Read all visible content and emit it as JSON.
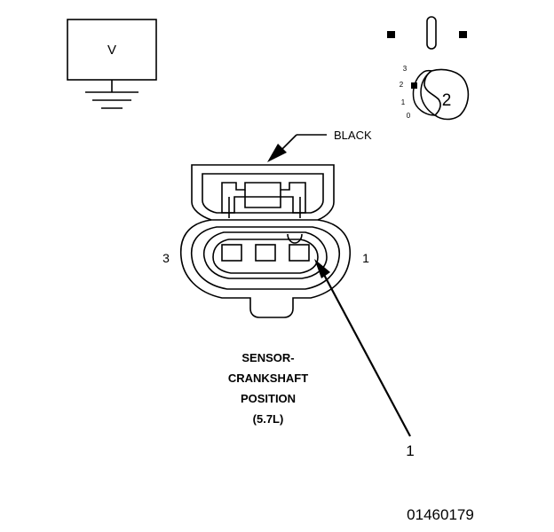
{
  "voltmeter": {
    "label": "V"
  },
  "selector": {
    "positions": [
      "3",
      "2",
      "1",
      "0"
    ],
    "selected": "2"
  },
  "connector": {
    "color_label": "BLACK",
    "pin_left": "3",
    "pin_right": "1",
    "callout": "1",
    "caption": [
      "SENSOR-",
      "CRANKSHAFT",
      "POSITION",
      "(5.7L)"
    ]
  },
  "figure_id": "01460179"
}
